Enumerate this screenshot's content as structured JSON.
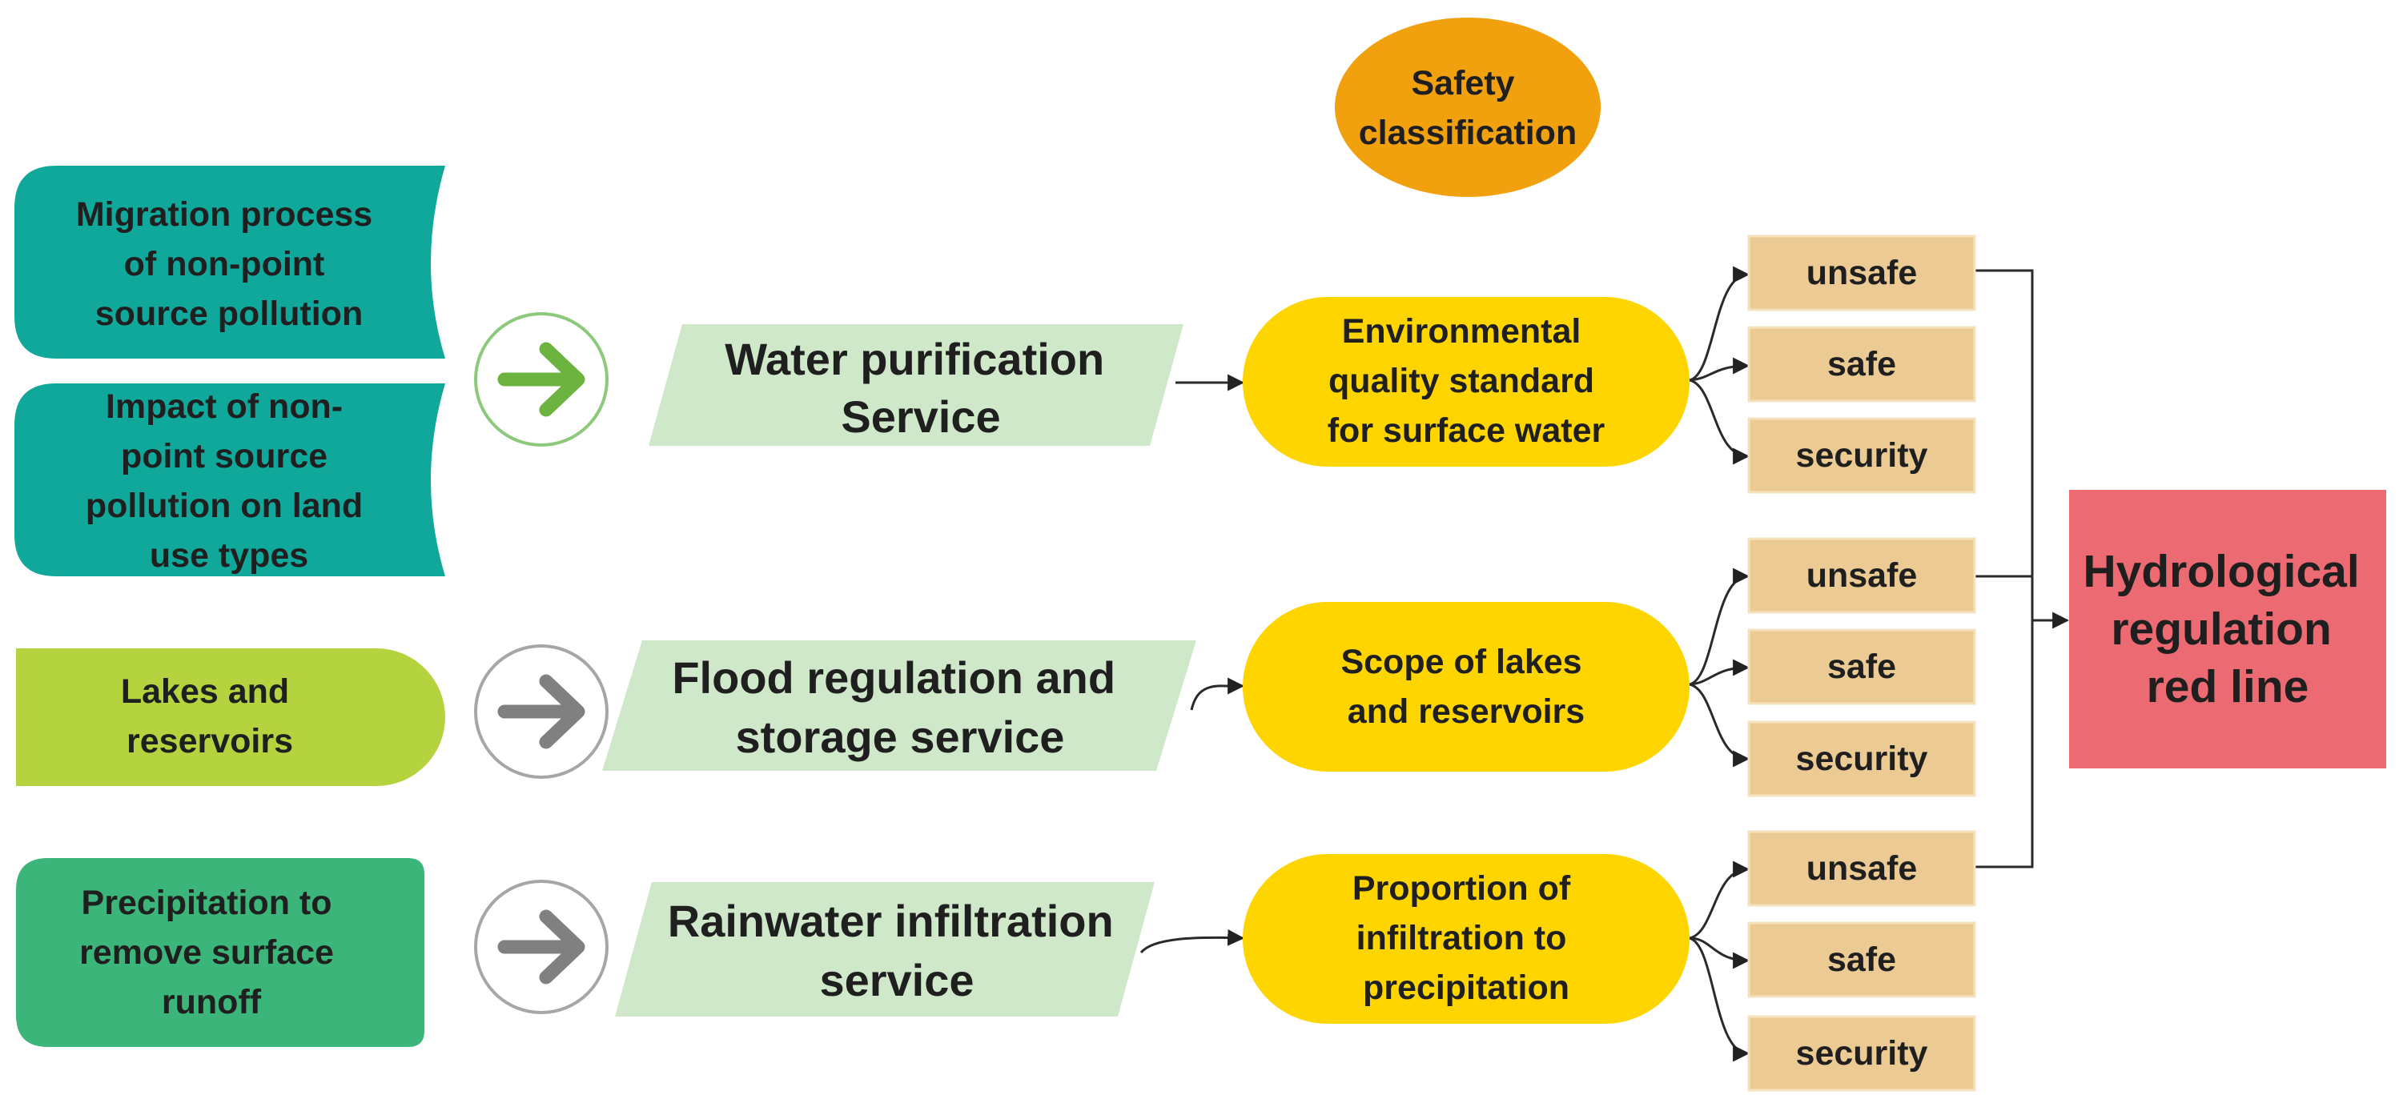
{
  "header": {
    "safety_classification": [
      "Safety",
      "classification"
    ]
  },
  "inputs": {
    "migration": [
      "Migration process",
      "of non-point",
      "source pollution"
    ],
    "impact": [
      "Impact of non-",
      "point source",
      "pollution on land",
      "use types"
    ],
    "lakes": [
      "Lakes and",
      "reservoirs"
    ],
    "precipitation": [
      "Precipitation to",
      "remove surface",
      "runoff"
    ]
  },
  "services": {
    "water": [
      "Water purification",
      "Service"
    ],
    "flood": [
      "Flood regulation and",
      "storage service"
    ],
    "rain": [
      "Rainwater infiltration",
      "service"
    ]
  },
  "indicators": {
    "environmental": [
      "Environmental",
      "quality standard",
      "for surface water"
    ],
    "scope": [
      "Scope of lakes",
      "and reservoirs"
    ],
    "proportion": [
      "Proportion of",
      "infiltration to",
      "precipitation"
    ]
  },
  "levels": [
    "unsafe",
    "safe",
    "security"
  ],
  "result": [
    "Hydrological",
    "regulation",
    "red line"
  ],
  "colors": {
    "teal": "#0fa89b",
    "lime": "#b5d33e",
    "green": "#3bb579",
    "service_fill": "#cfe8ca",
    "indicator_fill": "#ffd500",
    "header_fill": "#f0a10d",
    "level_fill": "#ebcb93",
    "result_fill": "#ec6b72",
    "arrow_green": "#6cb33f",
    "arrow_gray": "#808080"
  }
}
